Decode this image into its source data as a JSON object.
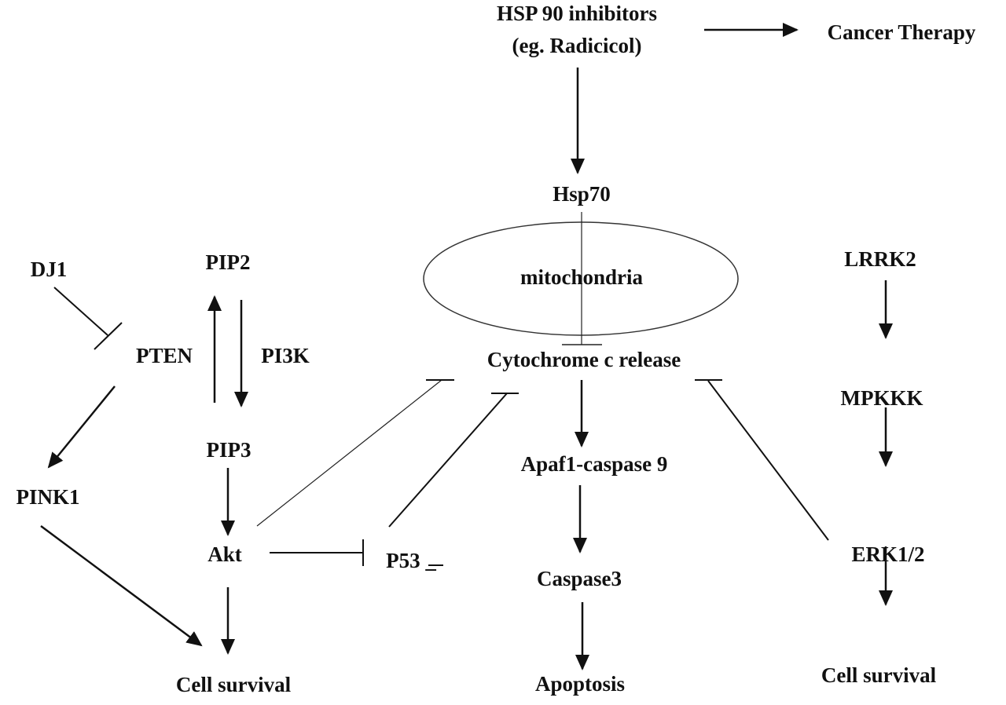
{
  "colors": {
    "ink": "#111111",
    "background": "#ffffff"
  },
  "nodes": {
    "hsp90_line1": "HSP 90 inhibitors",
    "hsp90_line2": "(eg. Radicicol)",
    "cancer_therapy": "Cancer Therapy",
    "hsp70": "Hsp70",
    "mitochondria": "mitochondria",
    "cytochrome": "Cytochrome c release",
    "dj1": "DJ1",
    "pip2": "PIP2",
    "pten": "PTEN",
    "pi3k": "PI3K",
    "pip3": "PIP3",
    "pink1": "PINK1",
    "akt": "Akt",
    "p53": "P53 _",
    "apaf1": "Apaf1-caspase 9",
    "caspase3": "Caspase3",
    "apoptosis": "Apoptosis",
    "cell_survival_left": "Cell survival",
    "lrrk2": "LRRK2",
    "mpkkk": "MPKKK",
    "erk": "ERK1/2",
    "cell_survival_right": "Cell survival"
  },
  "edges": [
    {
      "from": "HSP 90 inhibitors",
      "to": "Cancer Therapy",
      "type": "activation"
    },
    {
      "from": "HSP 90 inhibitors",
      "to": "Hsp70",
      "type": "activation"
    },
    {
      "from": "Hsp70",
      "to": "Cytochrome c release",
      "type": "inhibition"
    },
    {
      "from": "DJ1",
      "to": "PTEN",
      "type": "inhibition"
    },
    {
      "from": "PTEN",
      "to": "PINK1",
      "type": "activation"
    },
    {
      "from": "PIP3",
      "to": "PIP2",
      "type": "activation"
    },
    {
      "from": "PIP2",
      "to": "PIP3",
      "type": "activation"
    },
    {
      "from": "PIP3",
      "to": "Akt",
      "type": "activation"
    },
    {
      "from": "Akt",
      "to": "Cell survival",
      "type": "activation"
    },
    {
      "from": "PINK1",
      "to": "Cell survival",
      "type": "activation"
    },
    {
      "from": "Akt",
      "to": "P53",
      "type": "inhibition"
    },
    {
      "from": "Akt",
      "to": "Cytochrome c release",
      "type": "inhibition"
    },
    {
      "from": "P53",
      "to": "Cytochrome c release",
      "type": "inhibition"
    },
    {
      "from": "Cytochrome c release",
      "to": "Apaf1-caspase 9",
      "type": "activation"
    },
    {
      "from": "Apaf1-caspase 9",
      "to": "Caspase3",
      "type": "activation"
    },
    {
      "from": "Caspase3",
      "to": "Apoptosis",
      "type": "activation"
    },
    {
      "from": "LRRK2",
      "to": "MPKKK",
      "type": "activation"
    },
    {
      "from": "MPKKK",
      "to": "ERK1/2",
      "type": "activation"
    },
    {
      "from": "ERK1/2",
      "to": "Cell survival",
      "type": "activation"
    },
    {
      "from": "ERK1/2",
      "to": "Cytochrome c release",
      "type": "inhibition"
    }
  ]
}
